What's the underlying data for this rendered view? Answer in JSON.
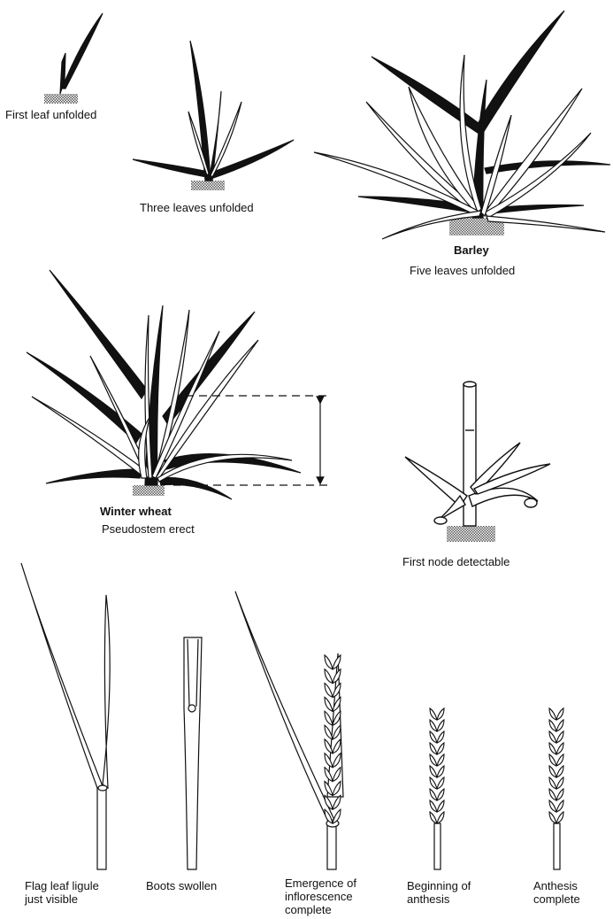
{
  "stages": {
    "first_leaf": "First leaf unfolded",
    "three_leaves": "Three leaves unfolded",
    "barley_name": "Barley",
    "five_leaves": "Five leaves unfolded",
    "winter_wheat_name": "Winter wheat",
    "pseudostem": "Pseudostem erect",
    "first_node": "First node detectable",
    "flag_leaf_1": "Flag leaf ligule",
    "flag_leaf_2": "just visible",
    "boots": "Boots swollen",
    "emergence_1": "Emergence of",
    "emergence_2": "inflorescence",
    "emergence_3": "complete",
    "beginning_1": "Beginning of",
    "beginning_2": "anthesis",
    "anthesis_1": "Anthesis",
    "anthesis_2": "complete"
  },
  "colors": {
    "ink": "#111111",
    "paper": "#ffffff"
  }
}
